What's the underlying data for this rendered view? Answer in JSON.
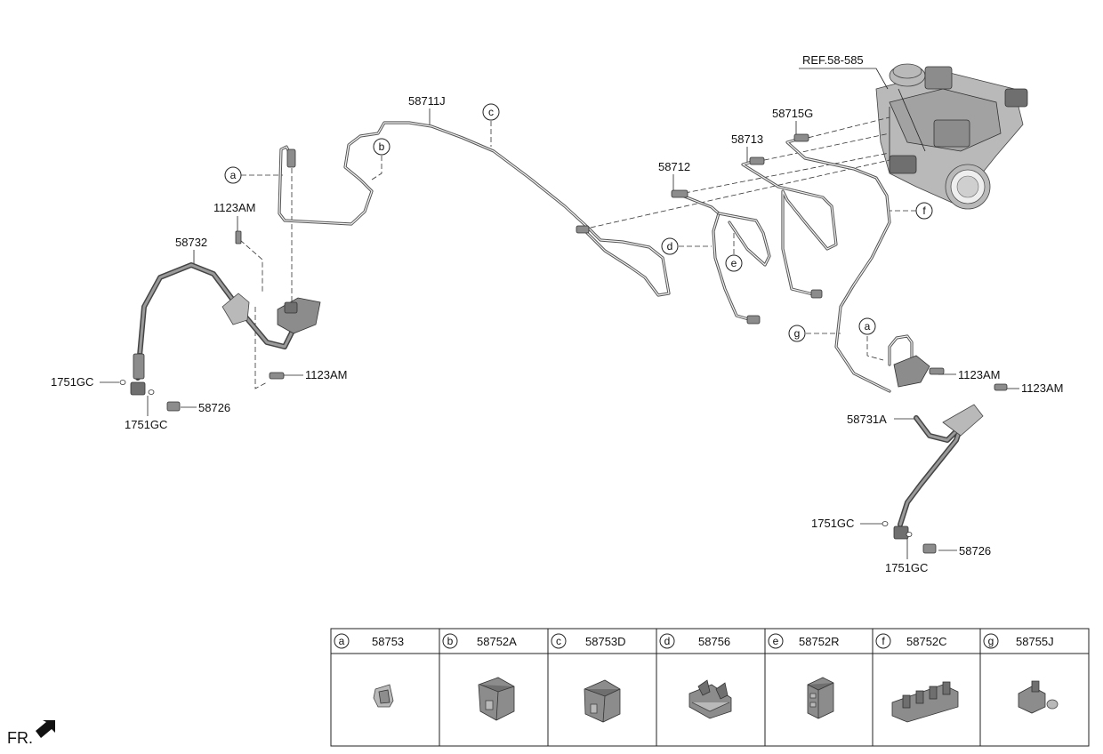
{
  "labels": {
    "ref": "REF.58-585",
    "p58711J": "58711J",
    "p58715G": "58715G",
    "p58713": "58713",
    "p58712": "58712",
    "p58732": "58732",
    "p1123AM_a": "1123AM",
    "p1123AM_b": "1123AM",
    "p1123AM_c": "1123AM",
    "p1123AM_d": "1123AM",
    "p1751GC_a": "1751GC",
    "p1751GC_b": "1751GC",
    "p1751GC_c": "1751GC",
    "p1751GC_d": "1751GC",
    "p58726_a": "58726",
    "p58726_b": "58726",
    "p58731A": "58731A"
  },
  "callouts": {
    "a1": "a",
    "a2": "a",
    "b": "b",
    "c": "c",
    "d": "d",
    "e": "e",
    "f": "f",
    "g": "g"
  },
  "legend": [
    {
      "letter": "a",
      "part": "58753"
    },
    {
      "letter": "b",
      "part": "58752A"
    },
    {
      "letter": "c",
      "part": "58753D"
    },
    {
      "letter": "d",
      "part": "58756"
    },
    {
      "letter": "e",
      "part": "58752R"
    },
    {
      "letter": "f",
      "part": "58752C"
    },
    {
      "letter": "g",
      "part": "58755J"
    }
  ],
  "direction": "FR."
}
